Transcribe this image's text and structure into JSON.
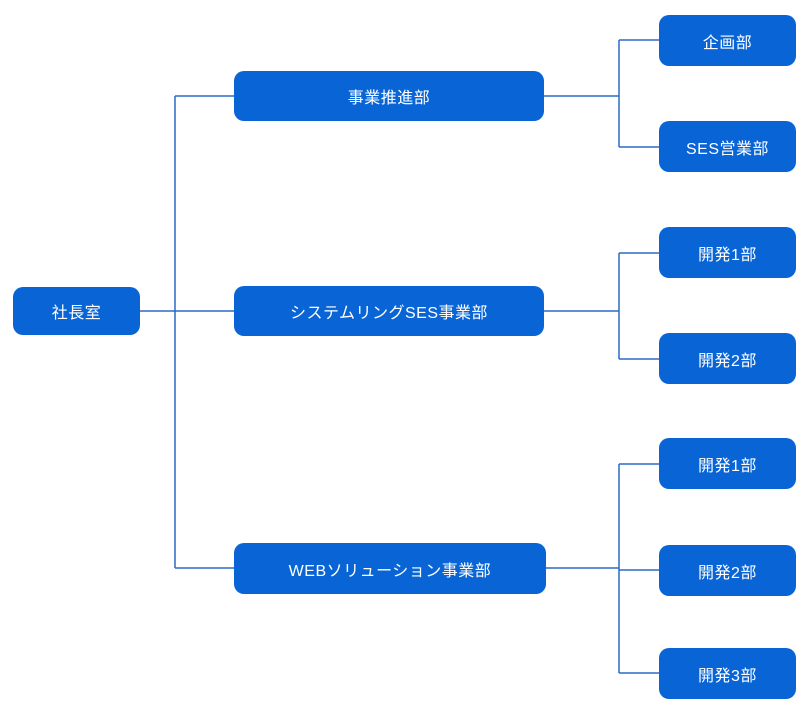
{
  "org_chart": {
    "type": "org-chart",
    "root": {
      "label": "社長室"
    },
    "level1": [
      {
        "label": "事業推進部",
        "children": [
          {
            "label": "企画部"
          },
          {
            "label": "SES営業部"
          }
        ]
      },
      {
        "label": "システムリングSES事業部",
        "children": [
          {
            "label": "開発1部"
          },
          {
            "label": "開発2部"
          }
        ]
      },
      {
        "label": "WEBソリューション事業部",
        "children": [
          {
            "label": "開発1部"
          },
          {
            "label": "開発2部"
          },
          {
            "label": "開発3部"
          }
        ]
      }
    ],
    "colors": {
      "node_fill": "#0965d6",
      "node_text": "#ffffff",
      "connector": "#2b6ac6",
      "background": "#ffffff"
    }
  }
}
